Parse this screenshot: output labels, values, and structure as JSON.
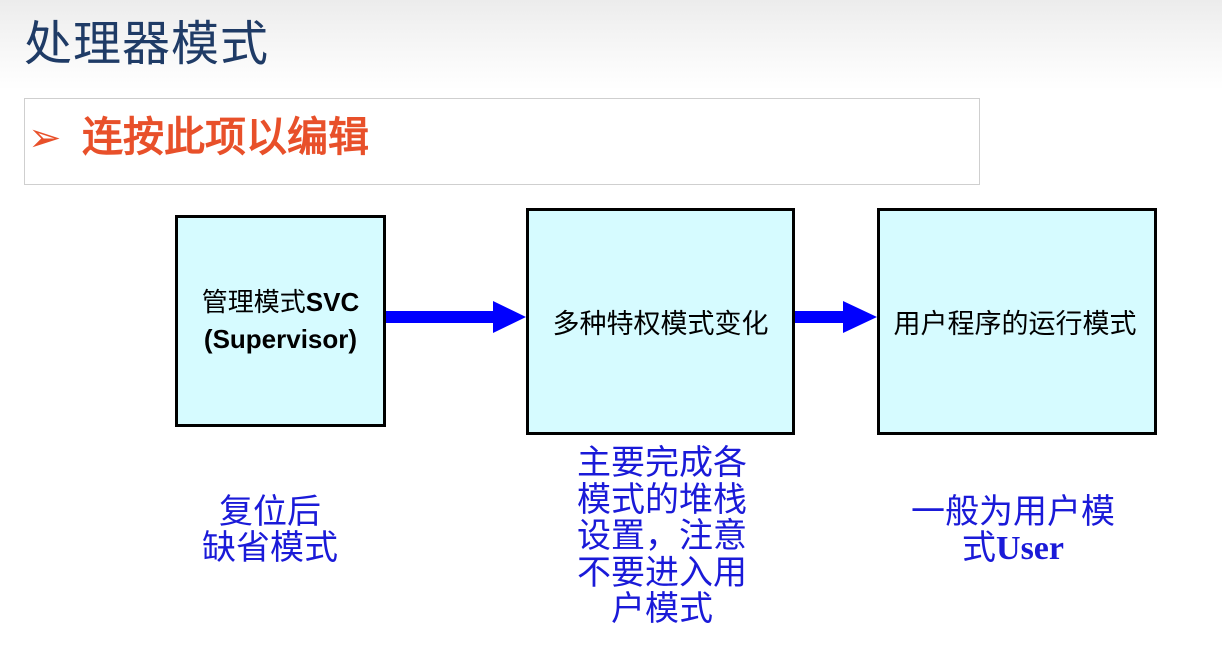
{
  "slide": {
    "title": "处理器模式"
  },
  "bullet": {
    "marker": "➢",
    "text": "连按此项以编辑"
  },
  "nodes": [
    {
      "line1_cn": "管理模式",
      "line1_en": "SVC",
      "line2": "(Supervisor)"
    },
    {
      "label": "多种特权模式变化"
    },
    {
      "label": "用户程序的运行模式"
    }
  ],
  "notes": [
    {
      "lines": [
        "复位后",
        "缺省模式"
      ]
    },
    {
      "lines": [
        "主要完成各",
        "模式的堆栈",
        "设置，注意",
        "不要进入用",
        "户模式"
      ]
    },
    {
      "line1": "一般为用户模",
      "line2_cn": "式",
      "line2_en": "User"
    }
  ],
  "colors": {
    "title": "#1f3b66",
    "bullet": "#e8502a",
    "box_fill": "#d6fbff",
    "arrow": "#0000ff",
    "note": "#1a1ad8"
  }
}
